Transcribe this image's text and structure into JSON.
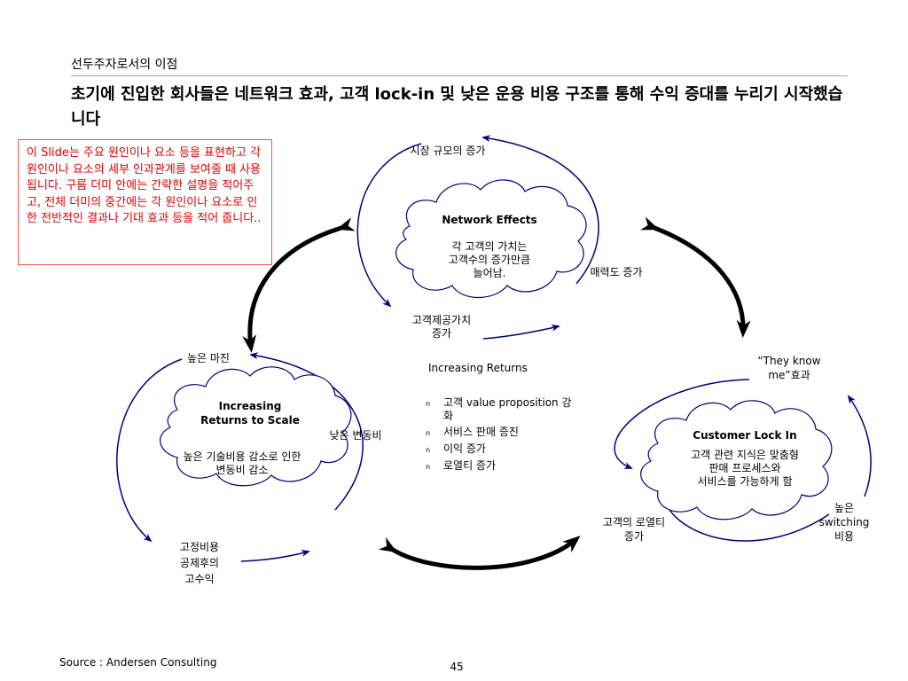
{
  "header": {
    "section_title": "선두주자로서의 이점",
    "headline": "초기에 진입한 회사들은 네트워크 효과, 고객 lock-in 및 낮은 운용 비용 구조를 통해 수익 증대를 누리기 시작했습니다"
  },
  "note": {
    "text_prefix": "이 ",
    "text_slide": "Slide",
    "text_body": "는 주요 원인이나 요소 등을 표현하고 각 원인이나 요소의 세부 인과관계를 보여줄 때 사용됩니다. 구름 더미 안에는 간략한 설명을 적어주고, 전체 더미의 중간에는 각 원인이나 요소로 인한 전반적인 결과나 기대 효과 등을 적어 줍니다.."
  },
  "top_cycle": {
    "cloud_title": "Network Effects",
    "cloud_line1": "각 고객의 가치는",
    "cloud_line2": "고객수의 증가만큼",
    "cloud_line3": "늘어남.",
    "label_top": "시장 규모의 증가",
    "label_right": "매력도 증가",
    "label_bottom_1": "고객제공가치",
    "label_bottom_2": "증가"
  },
  "left_cycle": {
    "cloud_title_1": "Increasing",
    "cloud_title_2": "Returns to Scale",
    "cloud_line1": "높은 기술비용 감소로 인한",
    "cloud_line2": "변동비 감소",
    "label_top": "높은 마진",
    "label_right": "낮은 변동비",
    "label_bottom_1": "고정비용",
    "label_bottom_2": "공제후의",
    "label_bottom_3": "고수익"
  },
  "right_cycle": {
    "cloud_title": "Customer Lock In",
    "cloud_line1": "고객 관련 지식은 맞춤형",
    "cloud_line2": "판매 프로세스와",
    "cloud_line3": "서비스를 가능하게 함",
    "label_top_1": "“They know",
    "label_top_2": "me”효과",
    "label_right_1": "높은",
    "label_right_2": "switching",
    "label_right_3": "비용",
    "label_bottom_1": "고객의 로열티",
    "label_bottom_2": "증가"
  },
  "center": {
    "title": "Increasing Returns",
    "bullet_marker": "n",
    "bullets": [
      "고객 value proposition 강화",
      "서비스 판매 증진",
      "이익 증가",
      "로열티 증가"
    ]
  },
  "footer": {
    "source": "Source : Andersen Consulting",
    "page_number": "45"
  },
  "colors": {
    "cycle_line": "#000080",
    "big_arrow": "#000000",
    "note_text": "#e00000",
    "note_border": "#ff5050",
    "cloud_stroke": "#000080"
  }
}
